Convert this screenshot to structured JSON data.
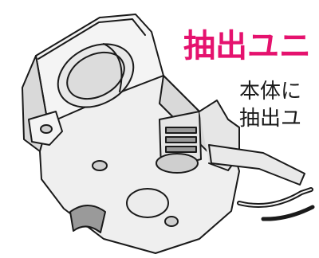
{
  "heading": {
    "text": "抽出ユニ",
    "color": "#e5126e"
  },
  "body": {
    "line1": "本体に",
    "line2": "抽出ユ",
    "color": "#1a1a1a"
  },
  "illustration": {
    "subject": "brewing-unit",
    "stroke_color": "#1a1a1a",
    "fill_light": "#f4f4f4",
    "fill_mid": "#d9d9d9",
    "fill_dark": "#9a9a9a"
  }
}
